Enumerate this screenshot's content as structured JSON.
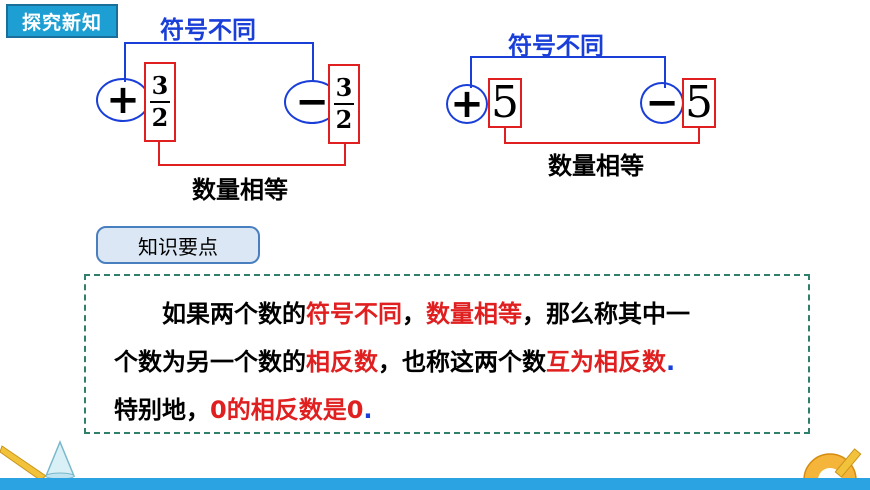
{
  "section_tag": "探究新知",
  "left_group": {
    "top_label": "符号不同",
    "bottom_label": "数量相等",
    "first_sign": "+",
    "first_numerator": "3",
    "first_denominator": "2",
    "second_sign": "−",
    "second_numerator": "3",
    "second_denominator": "2"
  },
  "right_group": {
    "top_label": "符号不同",
    "bottom_label": "数量相等",
    "first_sign": "+",
    "first_number": "5",
    "second_sign": "−",
    "second_number": "5"
  },
  "key_points_label": "知识要点",
  "definition": {
    "line1_a": "如果两个数的",
    "line1_red1": "符号不同",
    "line1_b": "，",
    "line1_red2": "数量相等",
    "line1_c": "，那么称其中一",
    "line2_a": "个数为另一个数的",
    "line2_red1": "相反数",
    "line2_b": "，也称这两个数",
    "line2_red2": "互为相反数",
    "line2_dot": ".",
    "line3_a": "特别地，",
    "line3_red": "0的相反数是0",
    "line3_dot": "."
  },
  "colors": {
    "accent_blue": "#1a3fd8",
    "accent_red": "#e02020",
    "tag_blue": "#1e9fd3",
    "dashed_border": "#2f7f6a"
  }
}
